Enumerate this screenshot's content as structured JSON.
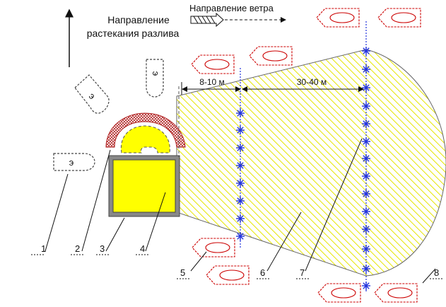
{
  "labels": {
    "spread_direction_line1": "Направление",
    "spread_direction_line2": "растекания разлива",
    "wind_direction": "Направление ветра",
    "dist_near": "8-10 м",
    "dist_far": "30-40 м",
    "vehicle_letter": "э"
  },
  "callouts": [
    "1",
    "2",
    "3",
    "4",
    "5",
    "6",
    "7",
    "8"
  ],
  "colors": {
    "spill_fill": "#ffff00",
    "hatch": "#e6e600",
    "outline": "#555555",
    "boat_red": "#cc0000",
    "boom_blue": "#2233dd",
    "screen_red": "#b02020"
  }
}
